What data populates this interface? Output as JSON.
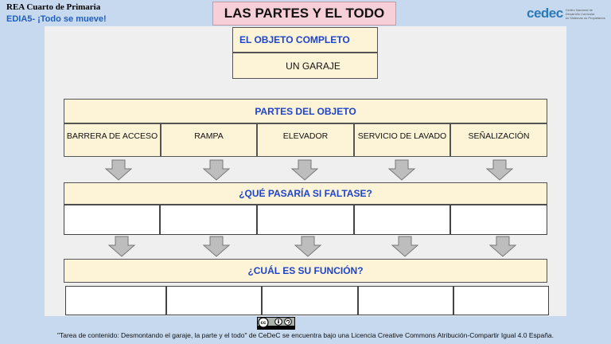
{
  "header": {
    "rea": "REA Cuarto de Primaria",
    "edia": "EDIA5- ¡Todo se mueve!",
    "title": "LAS PARTES Y EL TODO"
  },
  "logo": {
    "word": "cedec",
    "lines": [
      "Centro Nacional de",
      "Desarrollo Curricular",
      "en Sistemas no Propietarios"
    ]
  },
  "object": {
    "header": "EL OBJETO COMPLETO",
    "value": "UN GARAJE"
  },
  "parts": {
    "header": "PARTES DEL OBJETO",
    "items": [
      "BARRERA DE ACCESO",
      "RAMPA",
      "ELEVADOR",
      "SERVICIO DE LAVADO",
      "SEÑALIZACIÓN"
    ]
  },
  "question1": {
    "header": "¿QUÉ PASARÍA SI FALTASE?"
  },
  "question2": {
    "header": "¿CUÁL ES SU FUNCIÓN?"
  },
  "license": {
    "badge": "cc by sa",
    "footer": "\"Tarea de contenido: Desmontando el garaje, la parte y el todo\" de CeDeC se encuentra bajo una Licencia Creative Commons Atribución-Compartir Igual 4.0 España."
  },
  "colors": {
    "background": "#c6d9ef",
    "title_bg": "#f7cfd8",
    "cream": "#fdf3d6",
    "accent_blue": "#1f44cc",
    "arrow_gray": "#bdbdbd"
  }
}
